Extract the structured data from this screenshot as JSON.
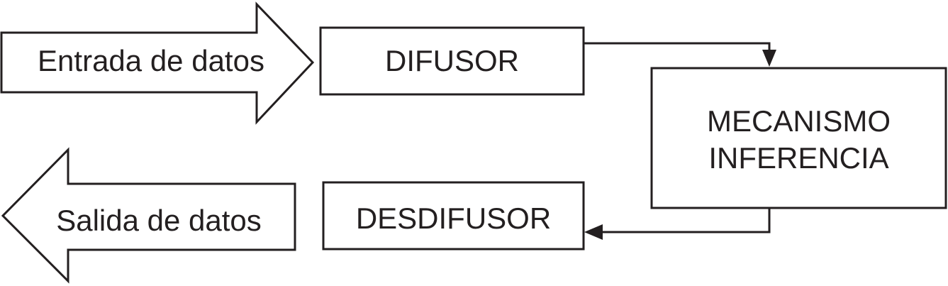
{
  "diagram": {
    "input_arrow": {
      "label": "Entrada de datos"
    },
    "fuzzifier": {
      "label": "DIFUSOR"
    },
    "inference": {
      "line1": "MECANISMO",
      "line2": "INFERENCIA"
    },
    "defuzzifier": {
      "label": "DESDIFUSOR"
    },
    "output_arrow": {
      "label": "Salida de datos"
    }
  }
}
